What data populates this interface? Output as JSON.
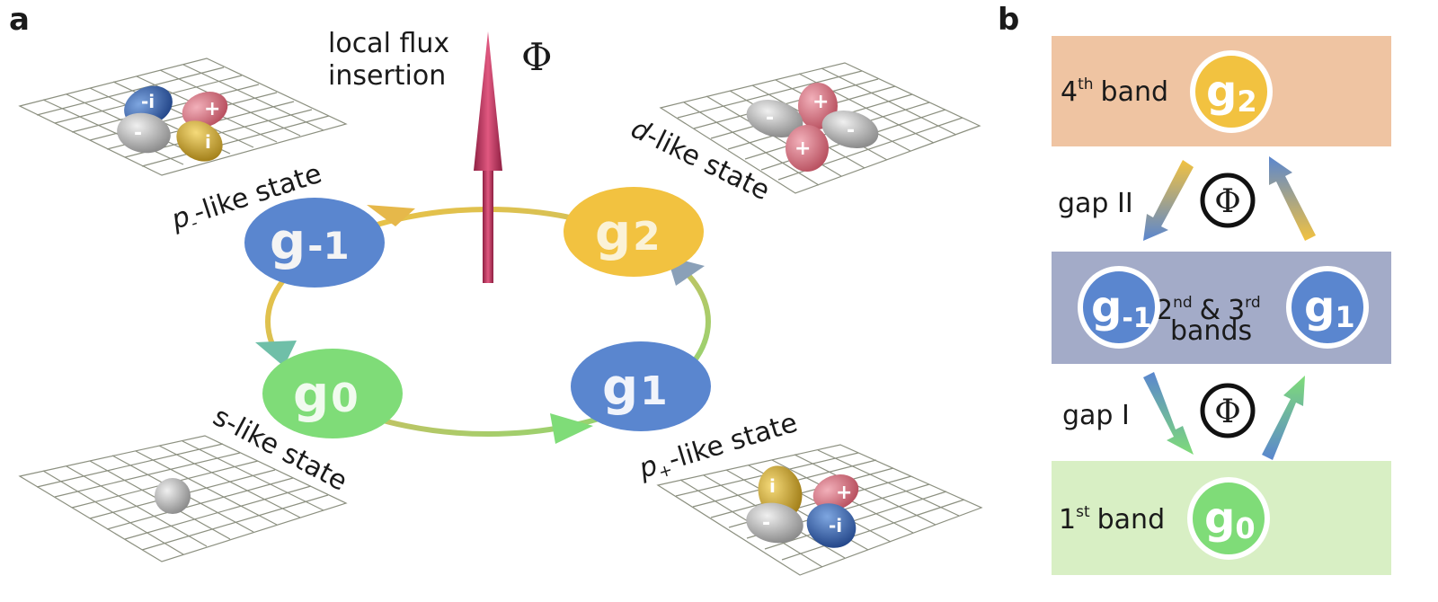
{
  "panels": {
    "a": "a",
    "b": "b"
  },
  "flux": {
    "label_line1": "local flux",
    "label_line2": "insertion",
    "symbol": "Φ"
  },
  "nodes": [
    {
      "id": "g_-1",
      "base": "g",
      "sub": "-1",
      "color": "#5a86cf"
    },
    {
      "id": "g_2",
      "base": "g",
      "sub": "2",
      "color": "#f2c240"
    },
    {
      "id": "g_0",
      "base": "g",
      "sub": "0",
      "color": "#7fdc78"
    },
    {
      "id": "g_1",
      "base": "g",
      "sub": "1",
      "color": "#5a86cf"
    }
  ],
  "states": {
    "p_minus": {
      "base": "p",
      "sub": "-",
      "rest": "-like state"
    },
    "d": {
      "base": "d",
      "rest": "-like state"
    },
    "s": {
      "text": "s-like state"
    },
    "p_plus": {
      "base": "p",
      "sub": "+",
      "rest": "-like state"
    }
  },
  "orbital_signs": {
    "p_minus": [
      "-i",
      "+",
      "-",
      "i"
    ],
    "d": [
      "+",
      "-",
      "-",
      "+"
    ],
    "p_plus": [
      "i",
      "+",
      "-",
      "-i"
    ]
  },
  "bands": {
    "fourth": {
      "ord": "4",
      "sup": "th",
      "word": "band",
      "color": "#efc4a2"
    },
    "second_third": {
      "ord1": "2",
      "sup1": "nd",
      "amp": "&",
      "ord2": "3",
      "sup2": "rd",
      "line2": "bands",
      "color": "#a3abc8"
    },
    "first": {
      "ord": "1",
      "sup": "st",
      "word": "band",
      "color": "#d8efc4"
    }
  },
  "gaps": {
    "gap2": "gap II",
    "gap1": "gap I"
  },
  "colors": {
    "flux_arrow": "#c2365e",
    "blue": "#5a86cf",
    "yellow": "#f2c240",
    "green": "#7fdc78",
    "red_lobe": "#d76f7f",
    "gray_lobe": "#a8a8a8"
  }
}
